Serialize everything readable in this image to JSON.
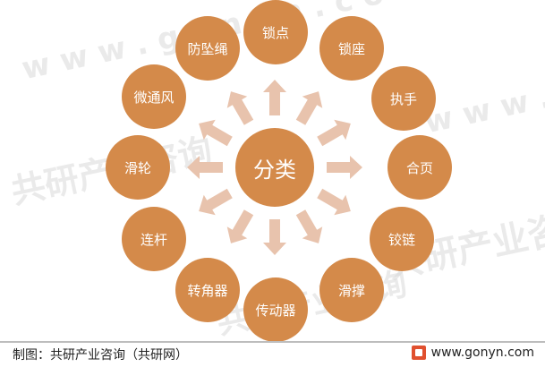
{
  "diagram": {
    "center_label": "分类",
    "nodes": [
      {
        "label": "锁点"
      },
      {
        "label": "锁座"
      },
      {
        "label": "执手"
      },
      {
        "label": "合页"
      },
      {
        "label": "铰链"
      },
      {
        "label": "滑撑"
      },
      {
        "label": "传动器"
      },
      {
        "label": "转角器"
      },
      {
        "label": "连杆"
      },
      {
        "label": "滑轮"
      },
      {
        "label": "微通风"
      },
      {
        "label": "防坠绳"
      }
    ],
    "colors": {
      "node": "#d48a4a",
      "arrow": "#e8c3ad",
      "text": "#ffffff"
    }
  },
  "watermark": {
    "text": "共研产业咨询",
    "url_text": "w w w . g o n y n . c o m"
  },
  "footer": {
    "source": "制图：共研产业咨询（共研网）",
    "website": "www.gonyn.com",
    "logo_icon": "gonyn-logo-icon"
  }
}
